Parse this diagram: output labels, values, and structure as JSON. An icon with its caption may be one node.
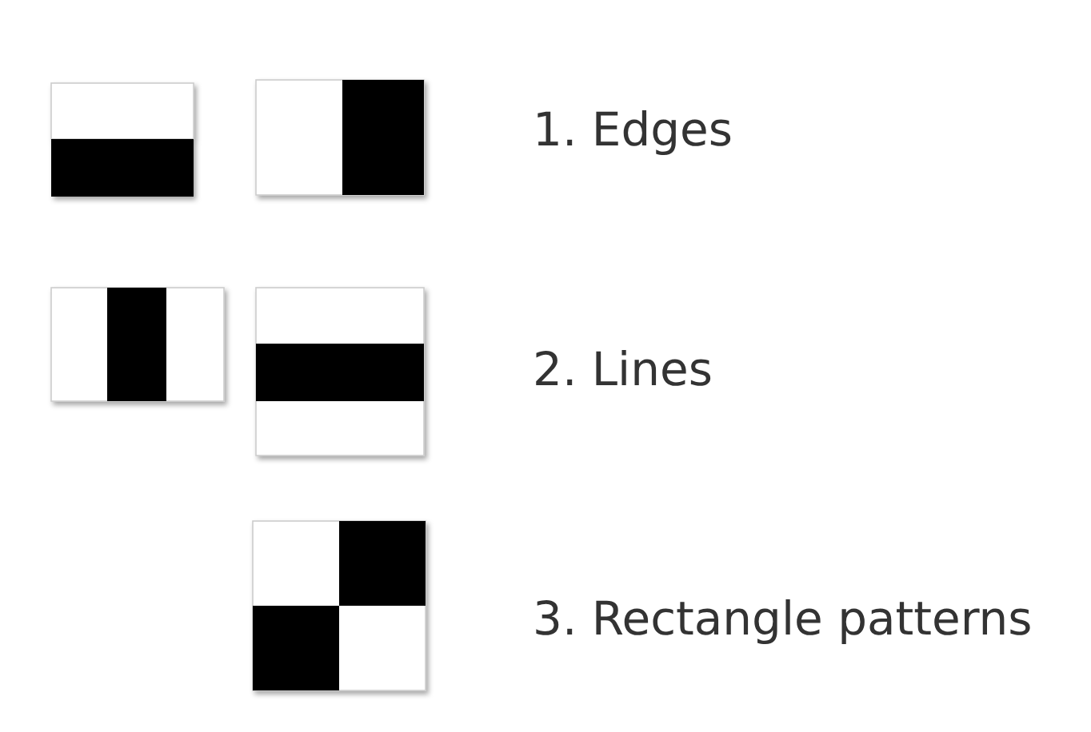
{
  "diagram": {
    "labels": [
      "1. Edges",
      "2. Lines",
      "3. Rectangle patterns"
    ]
  }
}
